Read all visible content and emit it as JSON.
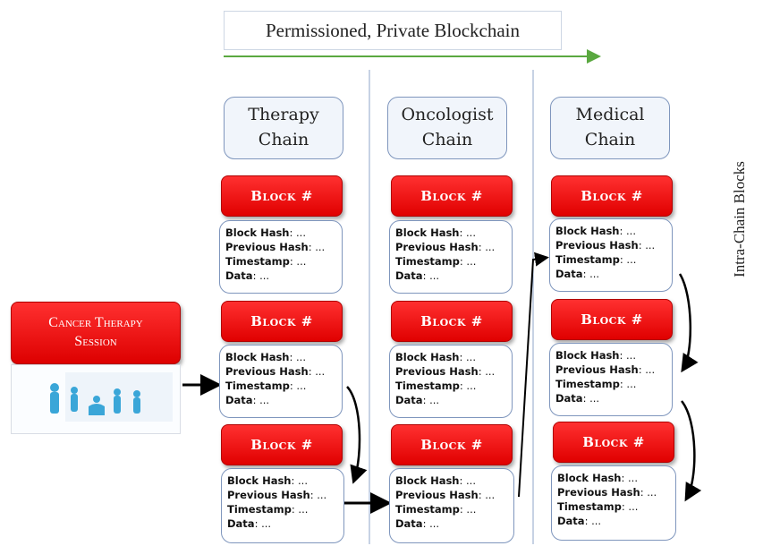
{
  "header": {
    "title": "Permissioned, Private Blockchain"
  },
  "side_label": "Intra-Chain Blocks",
  "session": {
    "label_line1": "Cancer Therapy",
    "label_line2": "Session"
  },
  "block_label": "Block #",
  "fields": {
    "block_hash": "Block Hash",
    "previous_hash": "Previous Hash",
    "timestamp": "Timestamp",
    "data": "Data",
    "value": ": ..."
  },
  "chains": [
    {
      "name_line1": "Therapy",
      "name_line2": "Chain"
    },
    {
      "name_line1": "Oncologist",
      "name_line2": "Chain"
    },
    {
      "name_line1": "Medical",
      "name_line2": "Chain"
    }
  ],
  "colors": {
    "block_red": "#ee0000",
    "arrow_green": "#5aa840",
    "border_blue": "#7f96bd"
  }
}
